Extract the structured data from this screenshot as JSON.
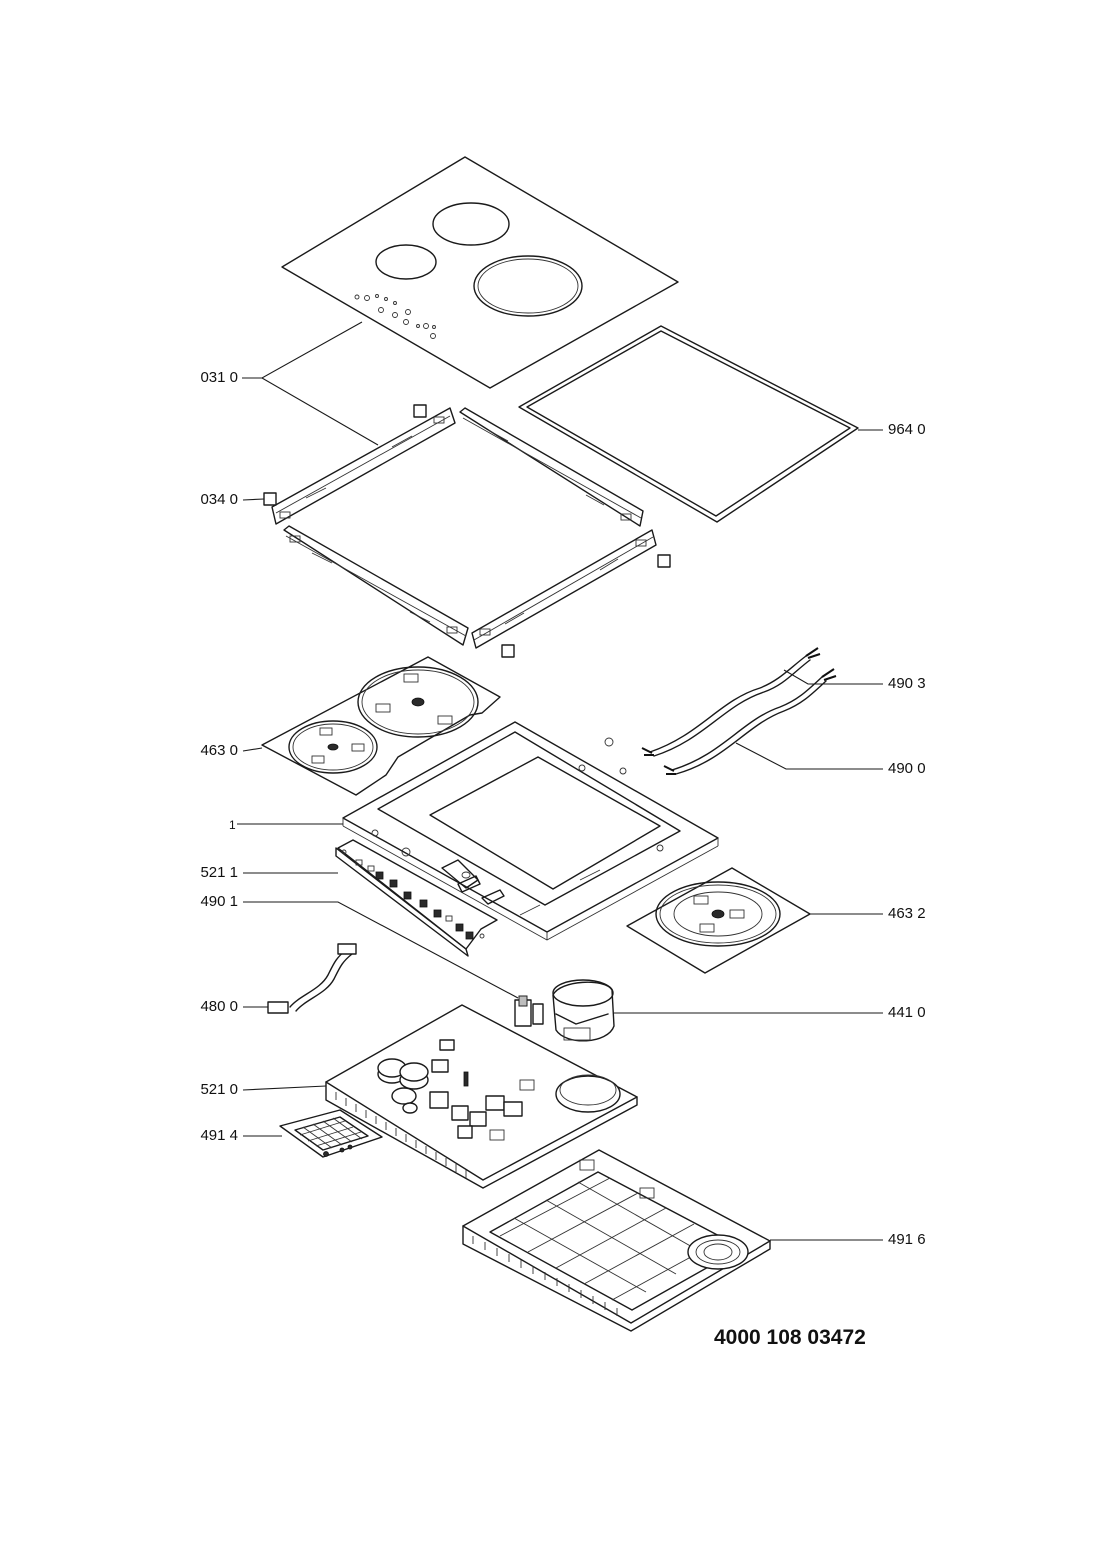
{
  "drawing_number": "4000 108 03472",
  "part_labels": {
    "p0310": "031 0",
    "p9640": "964 0",
    "p0340": "034 0",
    "p4903": "490 3",
    "p4630": "463 0",
    "p4900": "490 0",
    "p1": "1",
    "p5211": "521 1",
    "p4901": "490 1",
    "p4632": "463 2",
    "p4800": "480 0",
    "p4410": "441 0",
    "p5210": "521 0",
    "p4914": "491 4",
    "p4916": "491 6"
  },
  "colors": {
    "line": "#1a1a1a",
    "background": "#ffffff",
    "shade": "#bdbdbd"
  }
}
